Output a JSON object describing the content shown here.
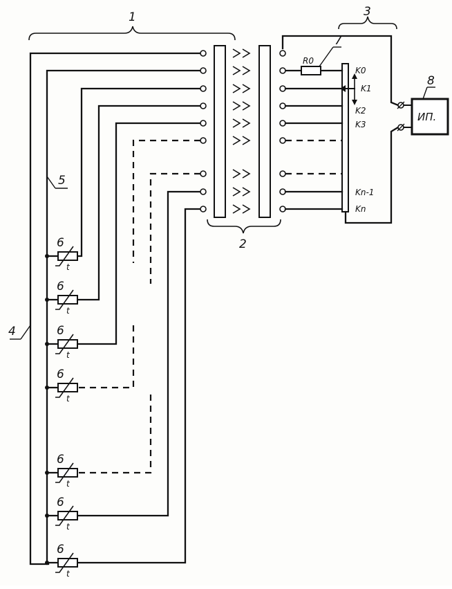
{
  "labels": {
    "n1": "1",
    "n2": "2",
    "n3": "3",
    "n4": "4",
    "n5": "5",
    "n6": "6",
    "n7": "7",
    "n8": "8",
    "t": "t",
    "r0": "R0",
    "k0": "K0",
    "k1": "K1",
    "k2": "K2",
    "k3": "K3",
    "kn1": "Kn-1",
    "kn": "Kn",
    "ip": "ИП."
  },
  "colors": {
    "ink": "#111111",
    "paper": "#fdfdfb"
  }
}
